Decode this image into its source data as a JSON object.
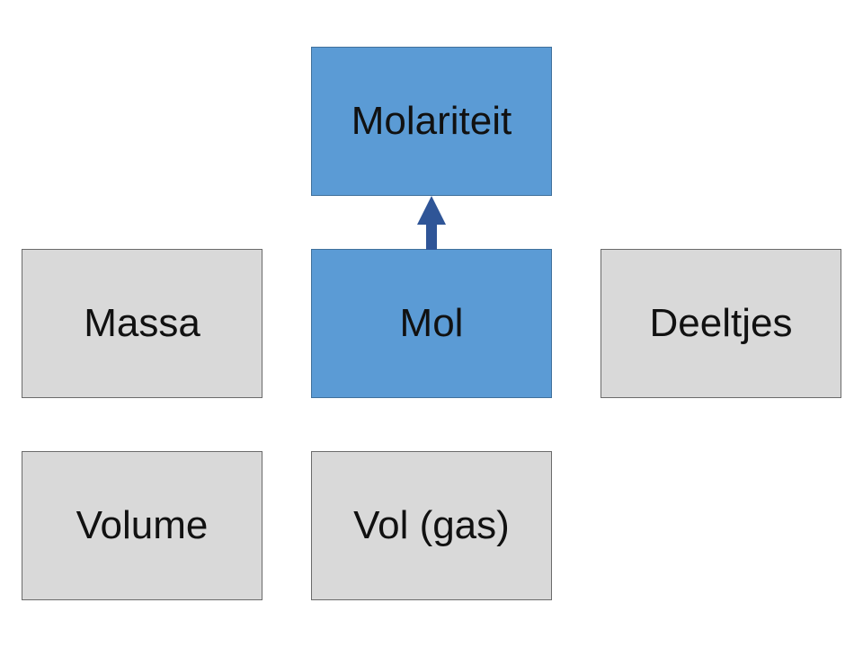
{
  "diagram": {
    "nodes": {
      "molariteit": {
        "label": "Molariteit",
        "fill": "#5b9bd5"
      },
      "massa": {
        "label": "Massa",
        "fill": "#d9d9d9"
      },
      "mol": {
        "label": "Mol",
        "fill": "#5b9bd5"
      },
      "deeltjes": {
        "label": "Deeltjes",
        "fill": "#d9d9d9"
      },
      "volume": {
        "label": "Volume",
        "fill": "#d9d9d9"
      },
      "vol_gas": {
        "label": "Vol (gas)",
        "fill": "#d9d9d9"
      }
    },
    "edges": [
      {
        "from": "mol",
        "to": "molariteit",
        "color": "#2f5597"
      }
    ]
  }
}
